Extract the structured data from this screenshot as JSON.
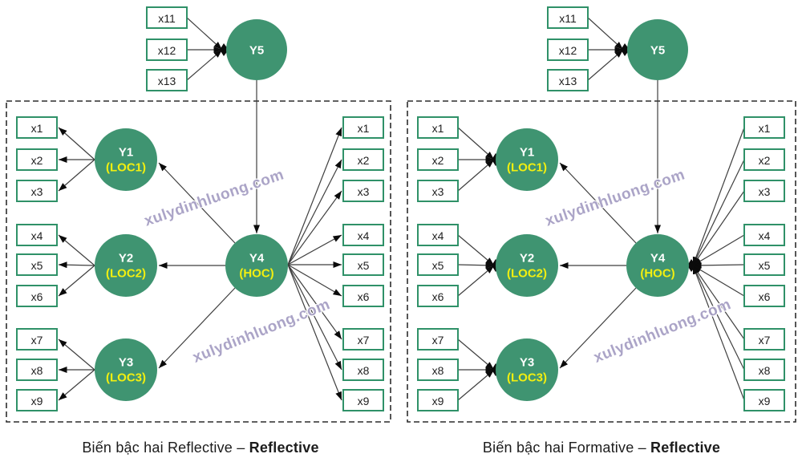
{
  "watermark": {
    "text": "xulydinhluong.com",
    "color": "#a49dc3"
  },
  "colors": {
    "circle_fill": "#3f9471",
    "box_border": "#2f9168",
    "box_fill": "#ffffff",
    "circle_name": "#ffffff",
    "circle_sub": "#f2ef10",
    "arrow": "#3f3f3f",
    "arrowhead": "#0b0b0b",
    "panel_border": "#2c2c2c",
    "caption_text": "#1c1c1c"
  },
  "panels": [
    {
      "id": "reflective-reflective",
      "caption": {
        "text": "Biến bậc hai Reflective – ",
        "bold": "Reflective"
      },
      "top_indicators": [
        "x11",
        "x12",
        "x13"
      ],
      "left_indicators": [
        "x1",
        "x2",
        "x3",
        "x4",
        "x5",
        "x6",
        "x7",
        "x8",
        "x9"
      ],
      "right_indicators": [
        "x1",
        "x2",
        "x3",
        "x4",
        "x5",
        "x6",
        "x7",
        "x8",
        "x9"
      ],
      "latents": {
        "top": {
          "name": "Y5",
          "sub": ""
        },
        "loc1": {
          "name": "Y1",
          "sub": "(LOC1)"
        },
        "loc2": {
          "name": "Y2",
          "sub": "(LOC2)"
        },
        "loc3": {
          "name": "Y3",
          "sub": "(LOC3)"
        },
        "hoc": {
          "name": "Y4",
          "sub": "(HOC)"
        }
      },
      "measurement": {
        "top": "formative",
        "loc_blocks": "reflective",
        "hoc_indicators": "reflective"
      }
    },
    {
      "id": "formative-reflective",
      "caption": {
        "text": "Biến bậc hai Formative – ",
        "bold": "Reflective"
      },
      "top_indicators": [
        "x11",
        "x12",
        "x13"
      ],
      "left_indicators": [
        "x1",
        "x2",
        "x3",
        "x4",
        "x5",
        "x6",
        "x7",
        "x8",
        "x9"
      ],
      "right_indicators": [
        "x1",
        "x2",
        "x3",
        "x4",
        "x5",
        "x6",
        "x7",
        "x8",
        "x9"
      ],
      "latents": {
        "top": {
          "name": "Y5",
          "sub": ""
        },
        "loc1": {
          "name": "Y1",
          "sub": "(LOC1)"
        },
        "loc2": {
          "name": "Y2",
          "sub": "(LOC2)"
        },
        "loc3": {
          "name": "Y3",
          "sub": "(LOC3)"
        },
        "hoc": {
          "name": "Y4",
          "sub": "(HOC)"
        }
      },
      "measurement": {
        "top": "formative",
        "loc_blocks": "formative",
        "hoc_indicators": "formative"
      }
    }
  ]
}
